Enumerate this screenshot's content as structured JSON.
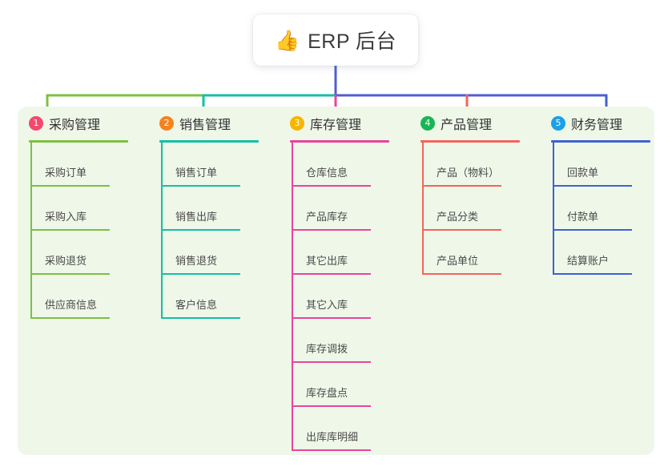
{
  "root": {
    "icon": "thumbs-up-emoji",
    "emoji": "👍",
    "title": "ERP 后台"
  },
  "palette": {
    "page_background": "#ffffff",
    "panel_background": "#eff7e9",
    "trunk": "#4f5ed0",
    "green": "#7cc043",
    "teal": "#13bfa6",
    "pink": "#e8449a",
    "salmon": "#f4645c",
    "blue": "#3f62cf",
    "badge_1": "#f4486d",
    "badge_2": "#f58220",
    "badge_3": "#f7b500",
    "badge_4": "#18b755",
    "badge_5": "#1da0e8"
  },
  "columns": [
    {
      "index": "1",
      "badge_color": "#f4486d",
      "line_color": "#7cc043",
      "title": "采购管理",
      "items": [
        {
          "label": "采购订单"
        },
        {
          "label": "采购入库"
        },
        {
          "label": "采购退货"
        },
        {
          "label": "供应商信息"
        }
      ]
    },
    {
      "index": "2",
      "badge_color": "#f58220",
      "line_color": "#13bfa6",
      "title": "销售管理",
      "items": [
        {
          "label": "销售订单"
        },
        {
          "label": "销售出库"
        },
        {
          "label": "销售退货"
        },
        {
          "label": "客户信息"
        }
      ]
    },
    {
      "index": "3",
      "badge_color": "#f7b500",
      "line_color": "#e8449a",
      "title": "库存管理",
      "items": [
        {
          "label": "仓库信息"
        },
        {
          "label": "产品库存"
        },
        {
          "label": "其它出库"
        },
        {
          "label": "其它入库"
        },
        {
          "label": "库存调拨"
        },
        {
          "label": "库存盘点"
        },
        {
          "label": "出库库明细"
        }
      ]
    },
    {
      "index": "4",
      "badge_color": "#18b755",
      "line_color": "#f4645c",
      "title": "产品管理",
      "items": [
        {
          "label": "产品（物料）"
        },
        {
          "label": "产品分类"
        },
        {
          "label": "产品单位"
        }
      ]
    },
    {
      "index": "5",
      "badge_color": "#1da0e8",
      "line_color": "#3f62cf",
      "title": "财务管理",
      "items": [
        {
          "label": "回款单"
        },
        {
          "label": "付款单"
        },
        {
          "label": "结算账户"
        }
      ]
    }
  ]
}
